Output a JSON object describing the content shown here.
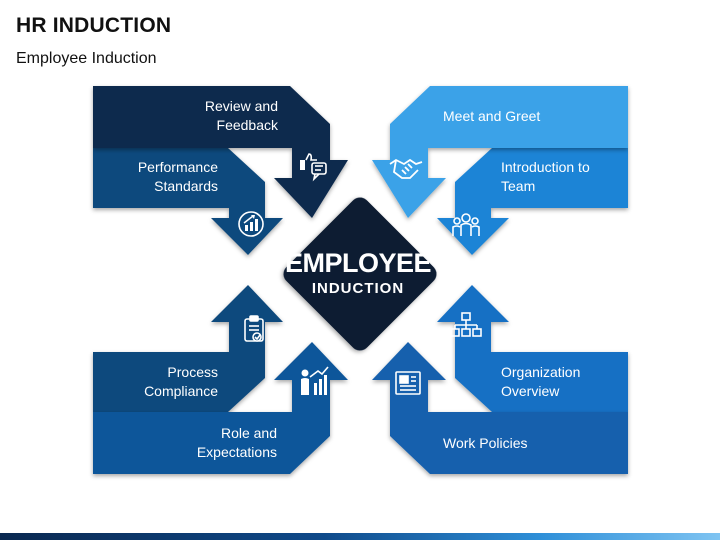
{
  "slide": {
    "title": "HR INDUCTION",
    "subtitle": "Employee Induction"
  },
  "center": {
    "line1": "EMPLOYEE",
    "line2": "INDUCTION"
  },
  "steps": [
    {
      "label": "Review and Feedback",
      "icon": "thumbs-up-feedback-icon",
      "color": "#0d2b4e"
    },
    {
      "label": "Performance Standards",
      "icon": "growth-chart-icon",
      "color": "#0f4a7d"
    },
    {
      "label": "Process Compliance",
      "icon": "clipboard-check-icon",
      "color": "#0f4a7d"
    },
    {
      "label": "Role and Expectations",
      "icon": "businessman-growth-icon",
      "color": "#10579a"
    },
    {
      "label": "Meet and Greet",
      "icon": "handshake-icon",
      "color": "#3aa2e8"
    },
    {
      "label": "Introduction to Team",
      "icon": "team-icon",
      "color": "#1d84d6"
    },
    {
      "label": "Organization Overview",
      "icon": "org-chart-icon",
      "color": "#1370c4"
    },
    {
      "label": "Work Policies",
      "icon": "policy-document-icon",
      "color": "#1560ad"
    }
  ],
  "colors": {
    "center_diamond": "#0c1c33",
    "bottom_bar_start": "#0a2850",
    "bottom_bar_end": "#7fc4f2"
  }
}
